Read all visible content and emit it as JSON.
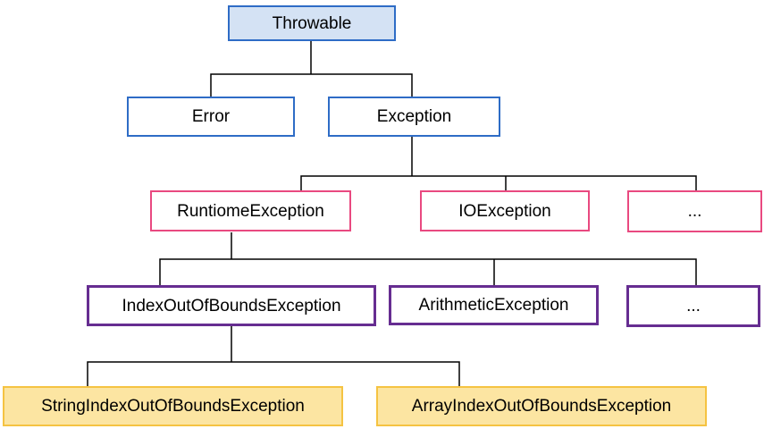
{
  "diagram": {
    "type": "tree",
    "nodes": {
      "throwable": {
        "label": "Throwable"
      },
      "error": {
        "label": "Error"
      },
      "exception": {
        "label": "Exception"
      },
      "runtiome_exception": {
        "label": "RuntiomeException"
      },
      "io_exception": {
        "label": "IOException"
      },
      "exception_others": {
        "label": "..."
      },
      "index_out_of_bounds_exception": {
        "label": "IndexOutOfBoundsException"
      },
      "arithmetic_exception": {
        "label": "ArithmeticException"
      },
      "runtiome_others": {
        "label": "..."
      },
      "string_index_out_of_bounds_exception": {
        "label": "StringIndexOutOfBoundsException"
      },
      "array_index_out_of_bounds_exception": {
        "label": "ArrayIndexOutOfBoundsException"
      }
    },
    "edges": [
      [
        "Throwable",
        "Error"
      ],
      [
        "Throwable",
        "Exception"
      ],
      [
        "Exception",
        "RuntiomeException"
      ],
      [
        "Exception",
        "IOException"
      ],
      [
        "Exception",
        "..."
      ],
      [
        "RuntiomeException",
        "IndexOutOfBoundsException"
      ],
      [
        "RuntiomeException",
        "ArithmeticException"
      ],
      [
        "RuntiomeException",
        "..."
      ],
      [
        "IndexOutOfBoundsException",
        "StringIndexOutOfBoundsException"
      ],
      [
        "IndexOutOfBoundsException",
        "ArrayIndexOutOfBoundsException"
      ]
    ]
  },
  "colors": {
    "root_fill": "#d4e2f4",
    "blue_border": "#2e6cc6",
    "pink_border": "#e94980",
    "purple_border": "#662d91",
    "yellow_border": "#f5c342",
    "yellow_fill": "#fce5a2",
    "line": "#000000",
    "text": "#000000",
    "background": "#ffffff"
  }
}
